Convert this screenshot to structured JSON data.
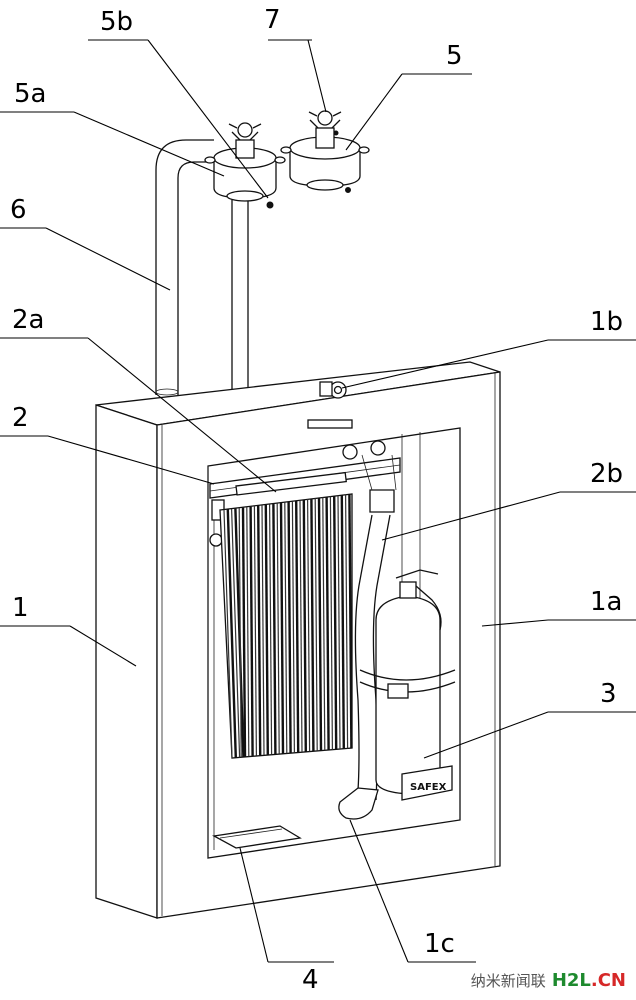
{
  "figure": {
    "labels": [
      {
        "id": "7",
        "text": "7"
      },
      {
        "id": "5b",
        "text": "5b"
      },
      {
        "id": "5",
        "text": "5"
      },
      {
        "id": "5a",
        "text": "5a"
      },
      {
        "id": "6",
        "text": "6"
      },
      {
        "id": "1b",
        "text": "1b"
      },
      {
        "id": "2a",
        "text": "2a"
      },
      {
        "id": "2",
        "text": "2"
      },
      {
        "id": "2b",
        "text": "2b"
      },
      {
        "id": "1a",
        "text": "1a"
      },
      {
        "id": "1",
        "text": "1"
      },
      {
        "id": "3",
        "text": "3"
      },
      {
        "id": "4",
        "text": "4"
      },
      {
        "id": "1c",
        "text": "1c"
      }
    ],
    "extinguisher_brand": "SAFEX"
  },
  "watermark": {
    "account_text": "纳米新闻联",
    "logo_h2l": "H2L",
    "logo_cn": ".CN",
    "colors": {
      "h2l": "#1e8a2e",
      "dot": "#2a7bd6",
      "cn": "#d62828"
    }
  }
}
